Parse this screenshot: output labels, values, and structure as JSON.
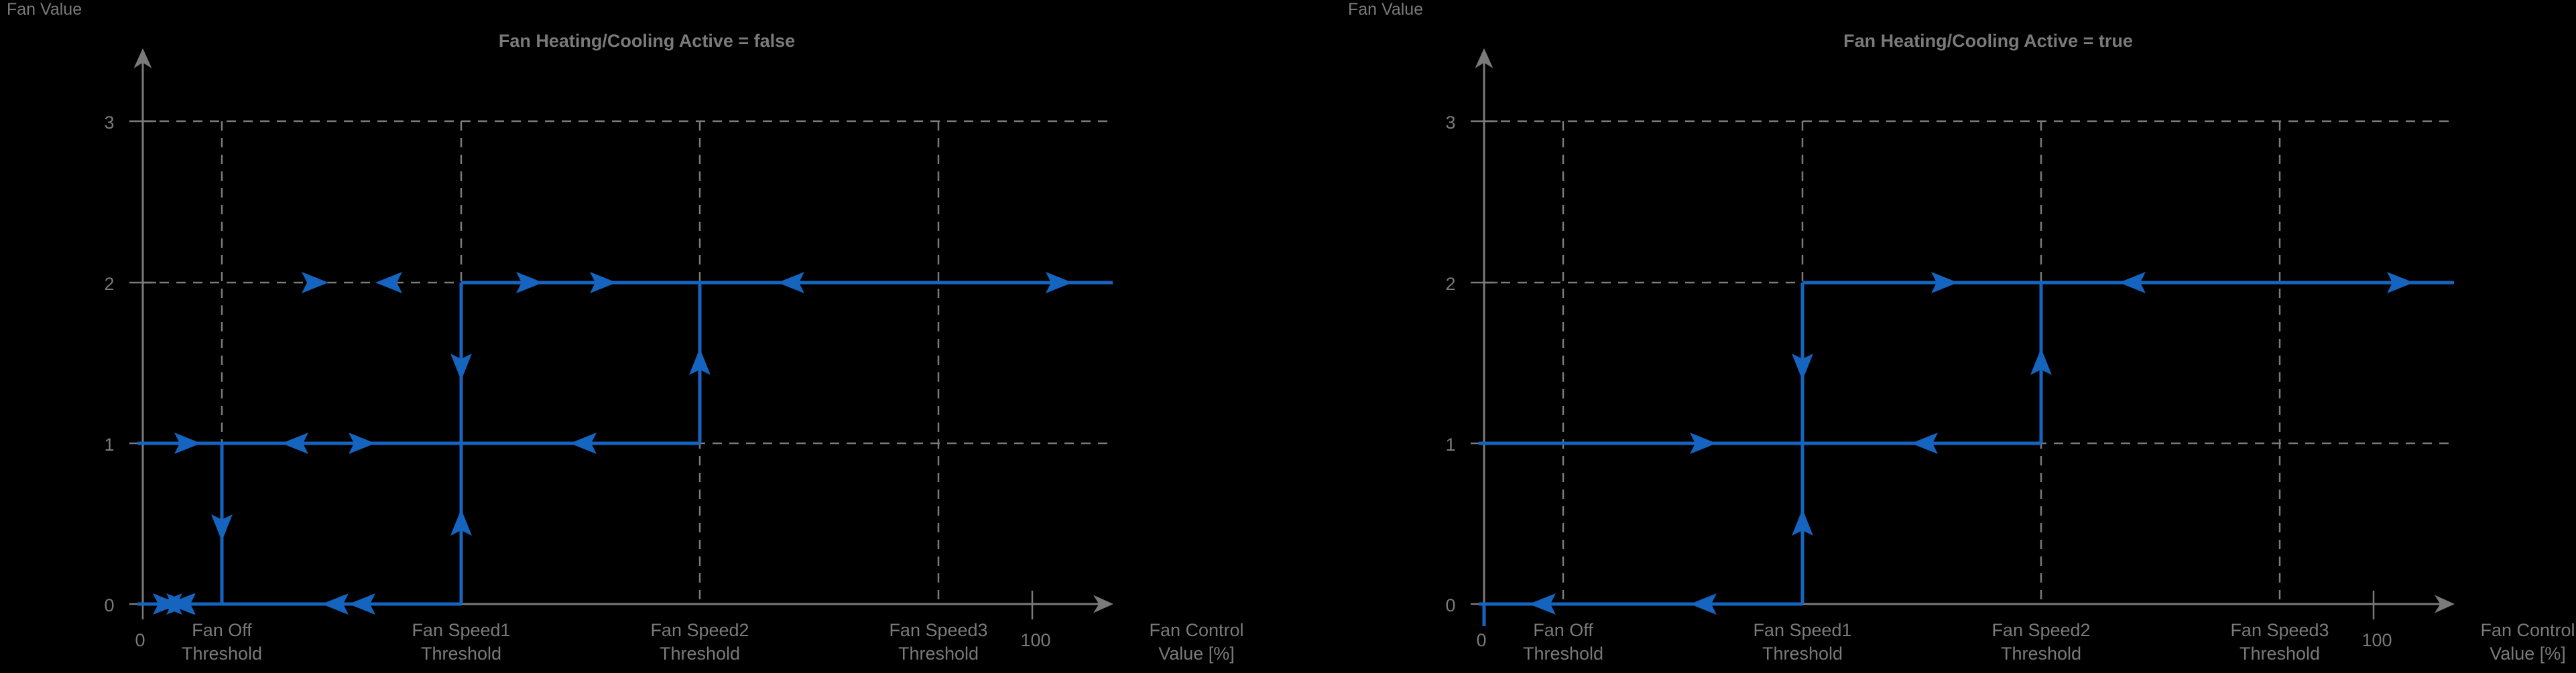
{
  "background_color": "#000000",
  "axis_color": "#7a7a7a",
  "grid_color": "#7a7a7a",
  "trace_color": "#1565c0",
  "label_color": "#7a7a7a",
  "panels": [
    {
      "id": "fan-heating-cooling-false",
      "title": "Fan Heating/Cooling Active = false",
      "y_axis_label": "Fan Value",
      "x_axis_label_line1": "Fan Control",
      "x_axis_label_line2": "Value [%]",
      "y_ticks": [
        "3",
        "2",
        "1",
        "0"
      ],
      "x_ticks": [
        "0",
        "100"
      ],
      "thresholds": [
        {
          "line1": "Fan Off",
          "line2": "Threshold"
        },
        {
          "line1": "Fan Speed1",
          "line2": "Threshold"
        },
        {
          "line1": "Fan Speed2",
          "line2": "Threshold"
        },
        {
          "line1": "Fan Speed3",
          "line2": "Threshold"
        }
      ]
    },
    {
      "id": "fan-heating-cooling-true",
      "title": "Fan Heating/Cooling Active = true",
      "y_axis_label": "Fan Value",
      "x_axis_label_line1": "Fan Control",
      "x_axis_label_line2": "Value [%]",
      "y_ticks": [
        "3",
        "2",
        "1",
        "0"
      ],
      "x_ticks": [
        "0",
        "100"
      ],
      "thresholds": [
        {
          "line1": "Fan Off",
          "line2": "Threshold"
        },
        {
          "line1": "Fan Speed1",
          "line2": "Threshold"
        },
        {
          "line1": "Fan Speed2",
          "line2": "Threshold"
        },
        {
          "line1": "Fan Speed3",
          "line2": "Threshold"
        }
      ]
    }
  ],
  "chart_data": [
    {
      "type": "line",
      "title": "Fan Heating/Cooling Active = false",
      "xlabel": "Fan Control Value [%]",
      "ylabel": "Fan Value",
      "ylim": [
        0,
        3
      ],
      "ytick_values": [
        0,
        1,
        2,
        3
      ],
      "xtick_values": [
        0,
        100
      ],
      "grid": true,
      "grid_style": "dashed",
      "threshold_positions_pct": {
        "fan_off_threshold": 8,
        "fan_speed1_threshold": 35,
        "fan_speed2_threshold": 62,
        "fan_speed3_threshold": 89
      },
      "annotation": "Hysteresis step diagram: fan value vs fan control value with arrows showing direction of traversal",
      "segments": [
        {
          "name": "level0-low",
          "y": 0,
          "x_from": 0,
          "x_to": 35,
          "arrows": [
            "left-right-double@4",
            "right@14"
          ]
        },
        {
          "name": "level1-band",
          "y": 1,
          "x_from": 0,
          "x_to": 62,
          "arrows": [
            "left@11",
            "right@24"
          ]
        },
        {
          "name": "level2-band",
          "y": 2,
          "x_from": 35,
          "x_to": 100,
          "arrows": [
            "left@45",
            "right@70",
            "left@92"
          ]
        },
        {
          "name": "drop-fan-off",
          "x": 8,
          "y_from": 1,
          "y_to": 0,
          "arrow": "down"
        },
        {
          "name": "rise-fan-speed1",
          "x": 35,
          "y_from": 0,
          "y_to": 2,
          "arrow": "up@0.7"
        },
        {
          "name": "drop-fan-speed1",
          "x": 35,
          "y_from": 2,
          "y_to": 1,
          "arrow": "down@1.6"
        },
        {
          "name": "rise-fan-speed2",
          "x": 62,
          "y_from": 1,
          "y_to": 2,
          "arrow": "up@1.6"
        }
      ]
    },
    {
      "type": "line",
      "title": "Fan Heating/Cooling Active = true",
      "xlabel": "Fan Control Value [%]",
      "ylabel": "Fan Value",
      "ylim": [
        0,
        3
      ],
      "ytick_values": [
        0,
        1,
        2,
        3
      ],
      "xtick_values": [
        0,
        100
      ],
      "grid": true,
      "grid_style": "dashed",
      "threshold_positions_pct": {
        "fan_off_threshold": 8,
        "fan_speed1_threshold": 35,
        "fan_speed2_threshold": 62,
        "fan_speed3_threshold": 89
      },
      "annotation": "Same hysteresis diagram but with heating/cooling active: no drop to 0 at Fan Off Threshold",
      "segments": [
        {
          "name": "level0-low",
          "y": 0,
          "x_from": 0,
          "x_to": 35,
          "arrows": [
            "right@4",
            "right@14"
          ]
        },
        {
          "name": "level1-band",
          "y": 1,
          "x_from": 0,
          "x_to": 62,
          "arrows": [
            "left@11",
            "right@24"
          ]
        },
        {
          "name": "level2-band",
          "y": 2,
          "x_from": 35,
          "x_to": 100,
          "arrows": [
            "left@45",
            "right@70",
            "left@92"
          ]
        },
        {
          "name": "rise-fan-speed1",
          "x": 35,
          "y_from": 0,
          "y_to": 2,
          "arrow": "up@0.7"
        },
        {
          "name": "drop-fan-speed1",
          "x": 35,
          "y_from": 2,
          "y_to": 1,
          "arrow": "down@1.6"
        },
        {
          "name": "rise-fan-speed2",
          "x": 62,
          "y_from": 1,
          "y_to": 2,
          "arrow": "up@1.6"
        }
      ]
    }
  ]
}
